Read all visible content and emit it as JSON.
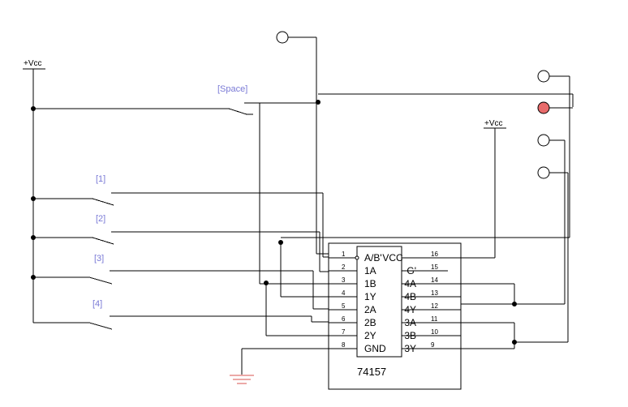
{
  "supplies": {
    "vcc_left": "+Vcc",
    "vcc_right": "+Vcc"
  },
  "switches": [
    {
      "key": "[Space]"
    },
    {
      "key": "[1]"
    },
    {
      "key": "[2]"
    },
    {
      "key": "[3]"
    },
    {
      "key": "[4]"
    }
  ],
  "chip": {
    "part": "74157",
    "left_pins": [
      {
        "num": "1",
        "label": "A/B'"
      },
      {
        "num": "2",
        "label": "1A"
      },
      {
        "num": "3",
        "label": "1B"
      },
      {
        "num": "4",
        "label": "1Y"
      },
      {
        "num": "5",
        "label": "2A"
      },
      {
        "num": "6",
        "label": "2B"
      },
      {
        "num": "7",
        "label": "2Y"
      },
      {
        "num": "8",
        "label": "GND"
      }
    ],
    "right_pins": [
      {
        "num": "16",
        "label": "VCC"
      },
      {
        "num": "15",
        "label": "G'"
      },
      {
        "num": "14",
        "label": "4A"
      },
      {
        "num": "13",
        "label": "4B"
      },
      {
        "num": "12",
        "label": "4Y"
      },
      {
        "num": "11",
        "label": "3A"
      },
      {
        "num": "10",
        "label": "3B"
      },
      {
        "num": "9",
        "label": "3Y"
      }
    ]
  },
  "probes": [
    {
      "state": "off"
    },
    {
      "state": "off"
    },
    {
      "state": "on"
    },
    {
      "state": "off"
    },
    {
      "state": "off"
    }
  ],
  "colors": {
    "wire": "#000000",
    "label": "#7a7ad6",
    "ground": "#d9534f",
    "probe_on": "#e86b6b"
  }
}
